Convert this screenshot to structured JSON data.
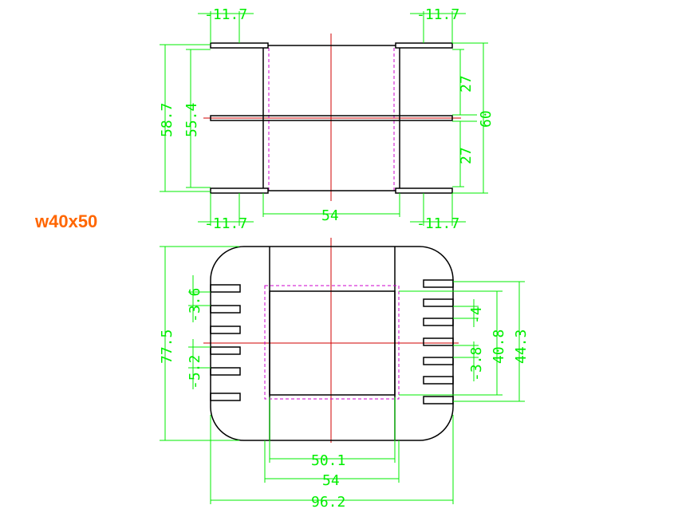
{
  "model": "w40x50",
  "colors": {
    "outline": "#000000",
    "dimension": "#00ee00",
    "centerline": "#d00000",
    "hidden": "#cc00cc",
    "title": "#ff6600"
  },
  "top_view": {
    "flange_width_left": "-11.7",
    "flange_width_right": "-11.7",
    "flange_width_bottom_left": "-11.7",
    "flange_width_bottom_right": "-11.7",
    "upper_gap": "27",
    "lower_gap": "27",
    "total_height_right": "60",
    "outer_height_left": "58.7",
    "inner_height_left": "55.4",
    "core_width": "54"
  },
  "bottom_view": {
    "total_height": "77.5",
    "pin_pitch_left": "-3.6",
    "pin_offset_left": "-5.2",
    "pin_pitch_right": "-4",
    "pin_offset_right": "-3.8",
    "inner_span_right": "40.8",
    "outer_span_right": "44.3",
    "window_width": "50.1",
    "core_width": "54",
    "total_width": "96.2"
  }
}
